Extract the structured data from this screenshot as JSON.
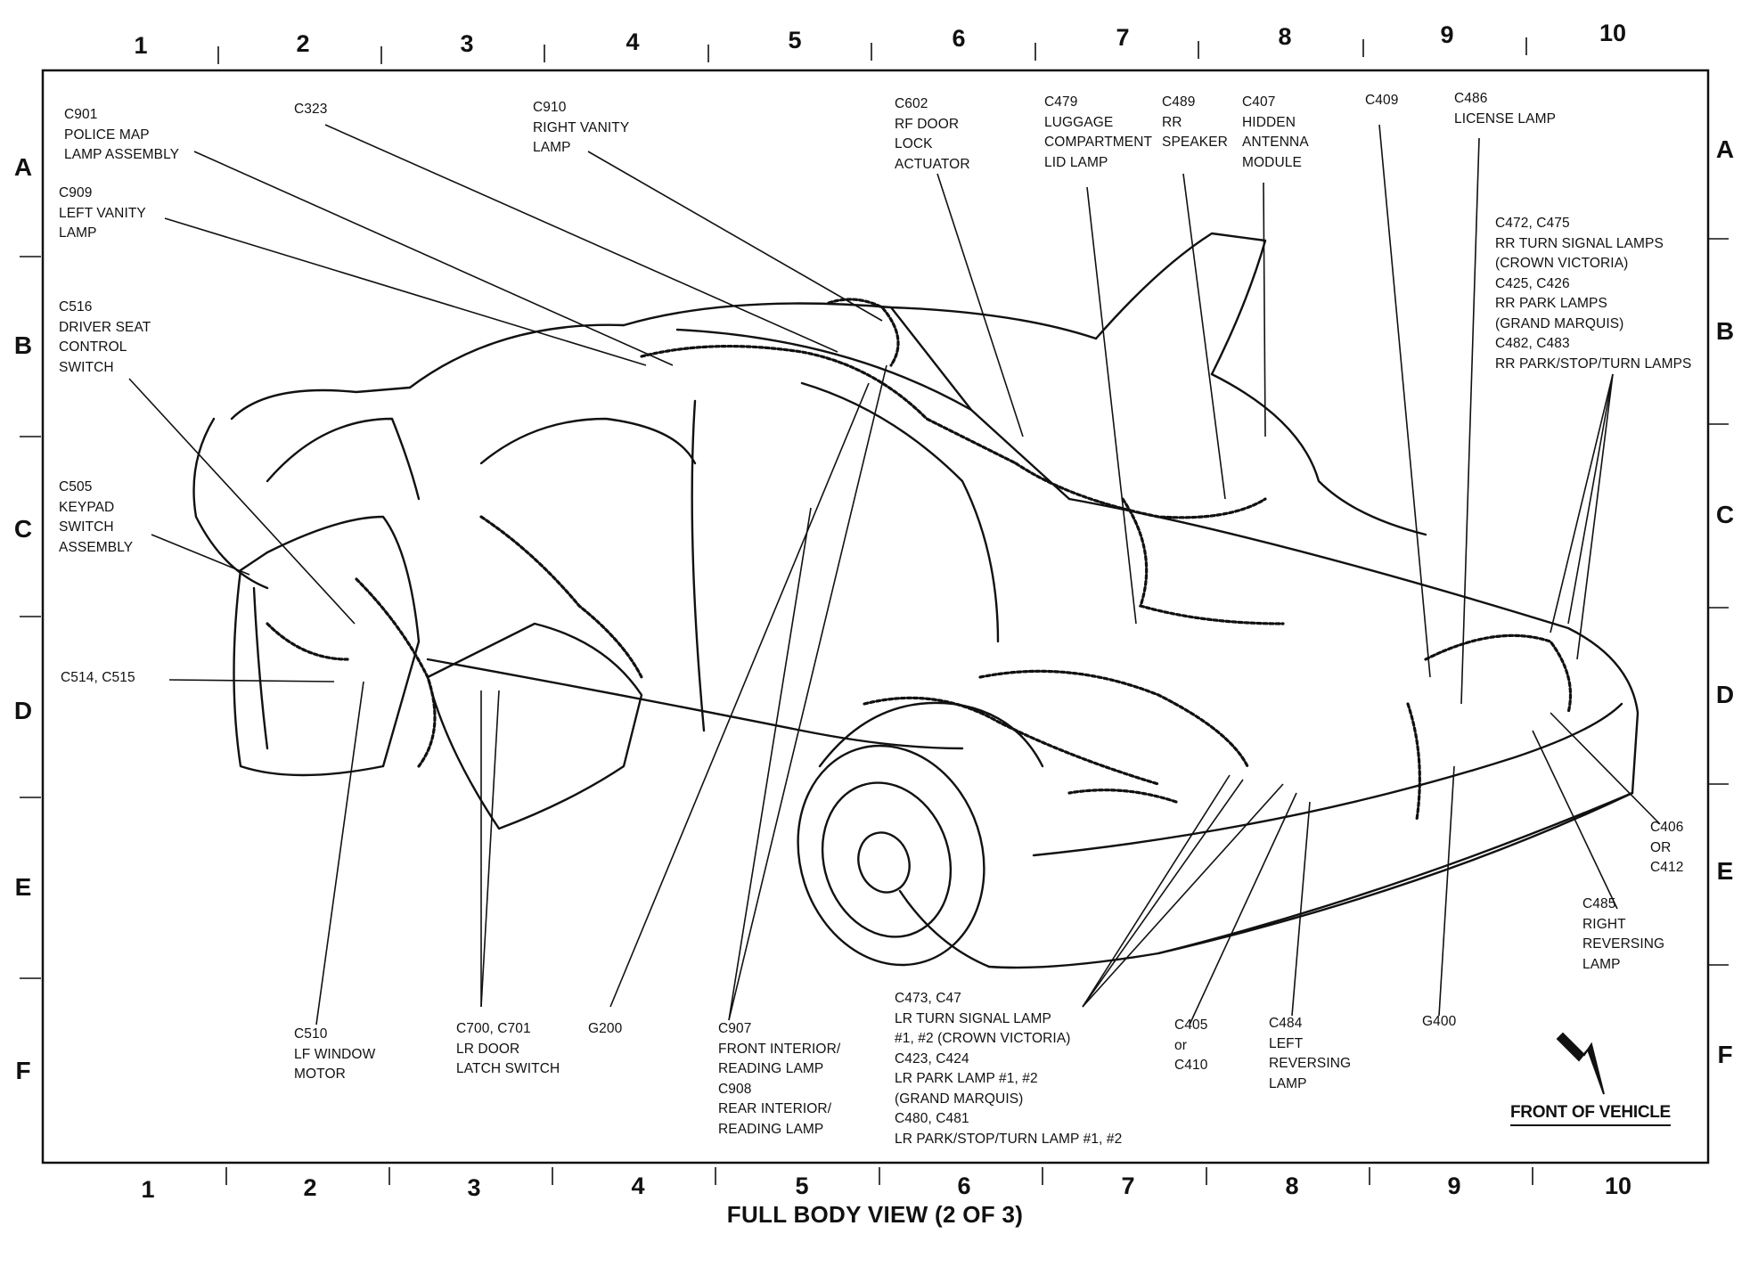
{
  "diagram": {
    "title": "FULL BODY VIEW (2 OF 3)",
    "front_label": "FRONT OF VEHICLE",
    "columns": [
      "1",
      "2",
      "3",
      "4",
      "5",
      "6",
      "7",
      "8",
      "9",
      "10"
    ],
    "rows": [
      "A",
      "B",
      "C",
      "D",
      "E",
      "F"
    ],
    "labels": [
      {
        "id": "c901",
        "lines": [
          "C901",
          "POLICE MAP",
          "LAMP ASSEMBLY"
        ]
      },
      {
        "id": "c323",
        "lines": [
          "C323"
        ]
      },
      {
        "id": "c910",
        "lines": [
          "C910",
          "RIGHT VANITY",
          "LAMP"
        ]
      },
      {
        "id": "c602",
        "lines": [
          "C602",
          "RF DOOR",
          "LOCK",
          "ACTUATOR"
        ]
      },
      {
        "id": "c479",
        "lines": [
          "C479",
          "LUGGAGE",
          "COMPARTMENT",
          "LID LAMP"
        ]
      },
      {
        "id": "c489",
        "lines": [
          "C489",
          "RR",
          "SPEAKER"
        ]
      },
      {
        "id": "c407",
        "lines": [
          "C407",
          "HIDDEN",
          "ANTENNA",
          "MODULE"
        ]
      },
      {
        "id": "c409",
        "lines": [
          "C409"
        ]
      },
      {
        "id": "c486",
        "lines": [
          "C486",
          "LICENSE LAMP"
        ]
      },
      {
        "id": "c909",
        "lines": [
          "C909",
          "LEFT VANITY",
          "LAMP"
        ]
      },
      {
        "id": "c472",
        "lines": [
          "C472, C475",
          "RR TURN SIGNAL LAMPS",
          "(CROWN VICTORIA)",
          "C425, C426",
          "RR PARK LAMPS",
          "(GRAND MARQUIS)",
          "C482, C483",
          "RR PARK/STOP/TURN LAMPS"
        ]
      },
      {
        "id": "c516",
        "lines": [
          "C516",
          "DRIVER SEAT",
          "CONTROL",
          "SWITCH"
        ]
      },
      {
        "id": "c505",
        "lines": [
          "C505",
          "KEYPAD",
          "SWITCH",
          "ASSEMBLY"
        ]
      },
      {
        "id": "c514",
        "lines": [
          "C514, C515"
        ]
      },
      {
        "id": "c406",
        "lines": [
          "C406",
          "OR",
          "C412"
        ]
      },
      {
        "id": "c485",
        "lines": [
          "C485",
          "RIGHT",
          "REVERSING",
          "LAMP"
        ]
      },
      {
        "id": "c510",
        "lines": [
          "C510",
          "LF WINDOW",
          "MOTOR"
        ]
      },
      {
        "id": "c700",
        "lines": [
          "C700, C701",
          "LR DOOR",
          "LATCH SWITCH"
        ]
      },
      {
        "id": "g200",
        "lines": [
          "G200"
        ]
      },
      {
        "id": "c907",
        "lines": [
          "C907",
          "FRONT INTERIOR/",
          "READING LAMP",
          "C908",
          "REAR INTERIOR/",
          "READING LAMP"
        ]
      },
      {
        "id": "c473",
        "lines": [
          "C473, C47",
          "LR TURN SIGNAL LAMP",
          "#1, #2 (CROWN VICTORIA)",
          "C423, C424",
          "LR PARK LAMP #1, #2",
          "(GRAND MARQUIS)",
          "C480, C481",
          "LR PARK/STOP/TURN LAMP #1, #2"
        ]
      },
      {
        "id": "c405",
        "lines": [
          "C405",
          "or",
          "C410"
        ]
      },
      {
        "id": "c484",
        "lines": [
          "C484",
          "LEFT",
          "REVERSING",
          "LAMP"
        ]
      },
      {
        "id": "g400",
        "lines": [
          "G400"
        ]
      }
    ]
  }
}
